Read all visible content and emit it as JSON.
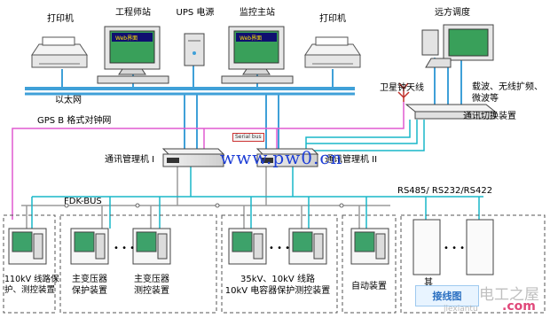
{
  "top": {
    "printer_left": "打印机",
    "engineer_station": "工程师站",
    "ups": "UPS 电源",
    "monitor_main": "监控主站",
    "printer_right": "打印机",
    "remote_dispatch": "远方调度",
    "monitor_screen_text": "Web界面"
  },
  "network": {
    "ethernet": "以太网",
    "gps": "GPS B 格式对钟网",
    "fdk_bus": "FDK-BUS",
    "rs485": "RS485/ RS232/RS422",
    "satellite_antenna": "卫星钟天线",
    "carrier": "载波、无线扩频、",
    "microwave": "微波等",
    "comm_switch": "通讯切换装置",
    "serial_bus_tag": "Serial bus"
  },
  "managers": {
    "left": "通讯管理机 I",
    "right": "通讯管理机 II"
  },
  "bays": [
    {
      "line1": "110kV 线路保",
      "line2": "护、测控装置"
    },
    {
      "line1": "主变压器",
      "line2": "保护装置"
    },
    {
      "line1": "主变压器",
      "line2": "测控装置"
    },
    {
      "line1": "35kV、10kV 线路",
      "line2": "10kV 电容器保护测控装置"
    },
    {
      "line1": "自动装置",
      "line2": ""
    },
    {
      "line1": "其",
      "line2": ""
    }
  ],
  "ellipsis": "• • •",
  "watermarks": {
    "url": "www.pw0.cn",
    "stamp": "接线图",
    "stamp_suffix": ".com",
    "site_cn": "电工之屋",
    "site_en": "jiexiantu"
  },
  "colors": {
    "ethernet": "#3fa0d8",
    "gps": "#e05ad0",
    "fdk": "#9a9a9a",
    "rs485": "#19b7c9",
    "watermark_blue": "#1f3fd6"
  }
}
